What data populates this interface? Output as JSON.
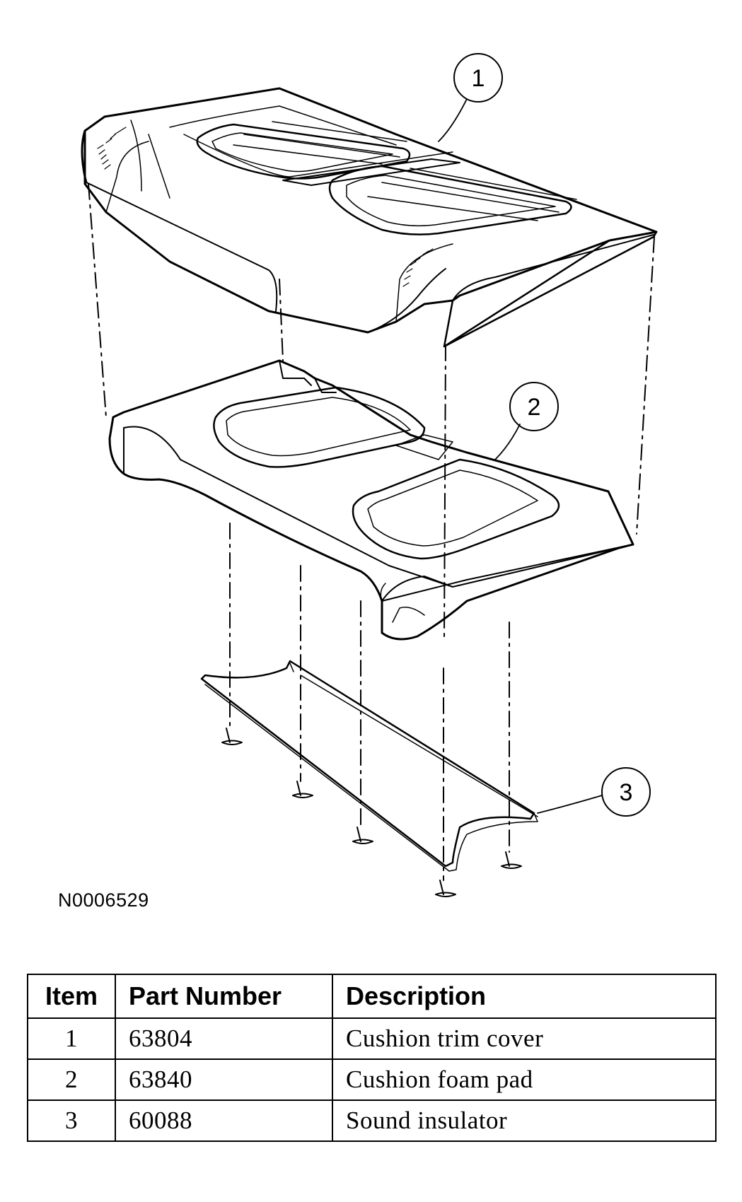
{
  "figure": {
    "callouts": [
      "1",
      "2",
      "3"
    ],
    "figure_id": "N0006529",
    "parts": [
      "cushion-trim-cover",
      "cushion-foam-pad",
      "sound-insulator",
      "push-pin-fasteners"
    ]
  },
  "table": {
    "headers": {
      "item": "Item",
      "part_number": "Part Number",
      "description": "Description"
    },
    "rows": [
      {
        "item": "1",
        "part_number": "63804",
        "description": "Cushion trim cover"
      },
      {
        "item": "2",
        "part_number": "63840",
        "description": "Cushion foam pad"
      },
      {
        "item": "3",
        "part_number": "60088",
        "description": "Sound insulator"
      }
    ]
  }
}
